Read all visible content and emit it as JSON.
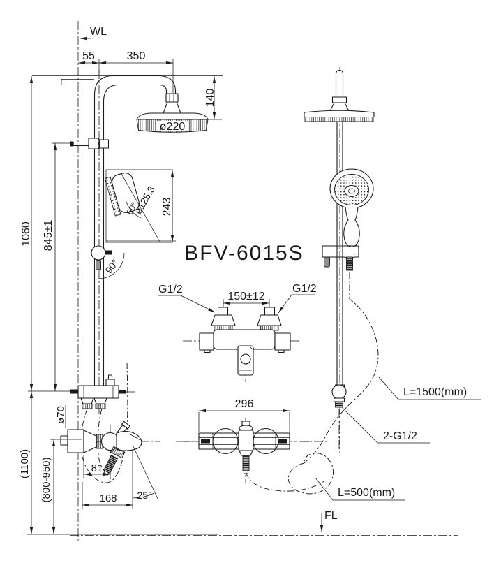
{
  "title": "BFV-6015S",
  "colors": {
    "ink": "#1a1a1a",
    "paper": "#ffffff"
  },
  "reference_lines": {
    "wall": "WL",
    "floor": "FL"
  },
  "labels": {
    "wl": "WL",
    "fl": "FL",
    "d55": "55",
    "d350": "350",
    "d140": "140",
    "d220": "ø220",
    "d1060": "1060",
    "d845": "845±1",
    "d125": "ø125.3",
    "d243": "243",
    "a60": "60°",
    "a90": "90°",
    "g12_left": "G1/2",
    "g12_right": "G1/2",
    "d150": "150±12",
    "d296": "296",
    "l1500": "L=1500(mm)",
    "g12_two": "2-G1/2",
    "l500": "L=500(mm)",
    "d1100": "(1100)",
    "d800_950": "(800-950)",
    "d70": "ø70",
    "d81": "81",
    "d168": "168",
    "a25": "25°"
  }
}
